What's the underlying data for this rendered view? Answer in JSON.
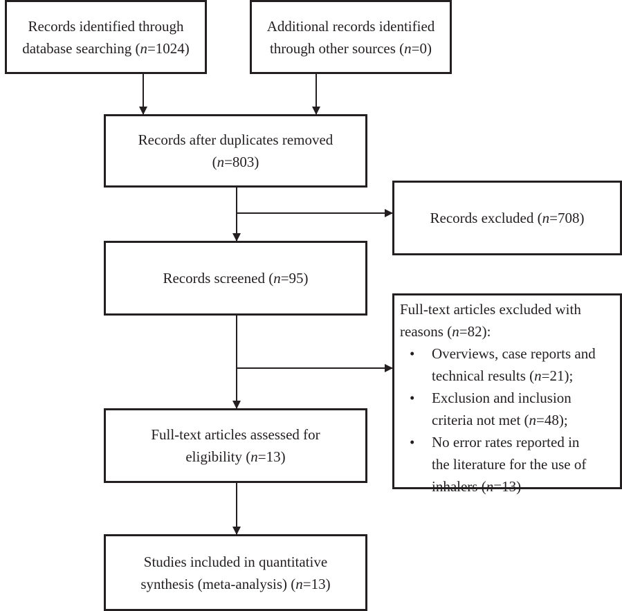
{
  "boxes": {
    "database": {
      "l1": "Records identified through",
      "l2a": "database searching (",
      "n": "n",
      "l2b": "=1024)"
    },
    "other": {
      "l1": "Additional records identified",
      "l2a": "through other sources (",
      "n": "n",
      "l2b": "=0)"
    },
    "duplicates": {
      "l1": "Records after duplicates removed",
      "l2a": "(",
      "n": "n",
      "l2b": "=803)"
    },
    "excluded": {
      "l1a": "Records excluded (",
      "n": "n",
      "l1b": "=708)"
    },
    "screened": {
      "l1a": "Records screened (",
      "n": "n",
      "l1b": "=95)"
    },
    "fulltext_excluded": {
      "head1": "Full-text articles excluded with",
      "head2a": "reasons (",
      "n": "n",
      "head2b": "=82):",
      "bullet": "•",
      "items": [
        {
          "l1": "Overviews, case reports and",
          "l2a": "technical results (",
          "n": "n",
          "l2b": "=21);"
        },
        {
          "l1": "Exclusion and inclusion",
          "l2a": "criteria not met (",
          "n": "n",
          "l2b": "=48);"
        },
        {
          "l1": "No error rates reported in",
          "l2": "the literature for the use of",
          "l3a": "inhalers (",
          "n": "n",
          "l3b": "=13)"
        }
      ]
    },
    "eligibility": {
      "l1": "Full-text articles assessed for",
      "l2a": "eligibility (",
      "n": "n",
      "l2b": "=13)"
    },
    "included": {
      "l1": "Studies included in quantitative",
      "l2a": "synthesis (meta-analysis) (",
      "n": "n",
      "l2b": "=13)"
    }
  }
}
